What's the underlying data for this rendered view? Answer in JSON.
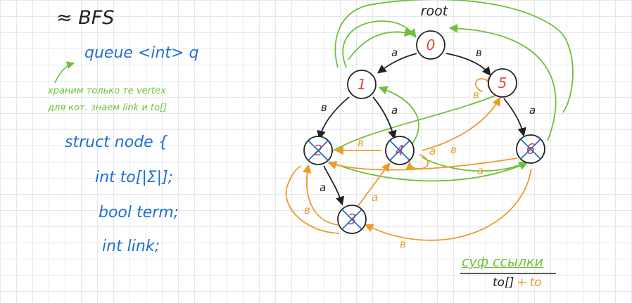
{
  "notes": {
    "bfs": "≈ BFS",
    "queue": "queue <int> q",
    "store_line1": "храним только те vertex",
    "store_line2": "для кот. знаем link и to[]",
    "struct": "struct node {",
    "field_to": "int to[|Σ|];",
    "field_term": "bool term;",
    "field_link": "int link;",
    "suf_links": "суф ссылки",
    "legend_to_brackets": "to[]",
    "legend_plus": "+",
    "legend_to": "to"
  },
  "graph": {
    "root_label": "root",
    "nodes": [
      {
        "id": "0",
        "label": "0",
        "crossed": false
      },
      {
        "id": "1",
        "label": "1",
        "crossed": false
      },
      {
        "id": "5",
        "label": "5",
        "crossed": false
      },
      {
        "id": "2",
        "label": "2",
        "crossed": true
      },
      {
        "id": "4",
        "label": "4",
        "crossed": true
      },
      {
        "id": "6",
        "label": "6",
        "crossed": true
      },
      {
        "id": "3",
        "label": "3",
        "crossed": true
      }
    ],
    "edge_labels": {
      "e0_1": "a",
      "e0_5": "в",
      "e1_2": "в",
      "e1_4": "a",
      "e5_6": "a",
      "e2_3": "a",
      "self5": "в",
      "o4_2": "в",
      "o4_self": "a",
      "o4_5": "в",
      "o3_4": "a",
      "o6_2": "a",
      "o3_2": "в",
      "o3_6": "в"
    }
  },
  "colors": {
    "black": "#222222",
    "red": "#e0483b",
    "blue": "#1f6fd1",
    "green": "#6fbf3a",
    "orange": "#ee9a2a"
  }
}
